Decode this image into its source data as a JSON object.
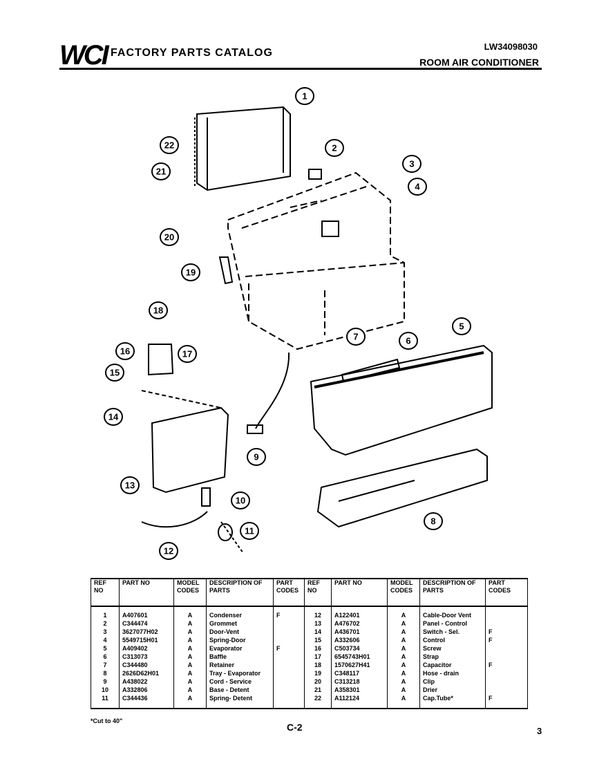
{
  "header": {
    "logo": "WCI",
    "catalog_title": "FACTORY PARTS CATALOG",
    "model_number": "LW34098030",
    "product": "ROOM AIR CONDITIONER"
  },
  "callouts": [
    "1",
    "2",
    "3",
    "4",
    "5",
    "6",
    "7",
    "8",
    "9",
    "10",
    "11",
    "12",
    "13",
    "14",
    "15",
    "16",
    "17",
    "18",
    "19",
    "20",
    "21",
    "22"
  ],
  "table": {
    "headers": {
      "ref_no": "REF NO",
      "part_no": "PART NO",
      "model_codes": "MODEL CODES",
      "description": "DESCRIPTION OF PARTS",
      "part_codes": "PART CODES"
    },
    "left_rows": [
      {
        "ref": "1",
        "part": "A407601",
        "model": "A",
        "desc": "Condenser",
        "code": "F"
      },
      {
        "ref": "2",
        "part": "C344474",
        "model": "A",
        "desc": "Grommet",
        "code": ""
      },
      {
        "ref": "3",
        "part": "3627077H02",
        "model": "A",
        "desc": "Door-Vent",
        "code": ""
      },
      {
        "ref": "4",
        "part": "5549715H01",
        "model": "A",
        "desc": "Spring-Door",
        "code": ""
      },
      {
        "ref": "5",
        "part": "A409402",
        "model": "A",
        "desc": "Evaporator",
        "code": "F"
      },
      {
        "ref": "6",
        "part": "C313073",
        "model": "A",
        "desc": "Baffle",
        "code": ""
      },
      {
        "ref": "7",
        "part": "C344480",
        "model": "A",
        "desc": "Retainer",
        "code": ""
      },
      {
        "ref": "8",
        "part": "2626D62H01",
        "model": "A",
        "desc": "Tray - Evaporator",
        "code": ""
      },
      {
        "ref": "9",
        "part": "A438022",
        "model": "A",
        "desc": "Cord - Service",
        "code": ""
      },
      {
        "ref": "10",
        "part": "A332806",
        "model": "A",
        "desc": "Base - Detent",
        "code": ""
      },
      {
        "ref": "11",
        "part": "C344436",
        "model": "A",
        "desc": "Spring- Detent",
        "code": ""
      }
    ],
    "right_rows": [
      {
        "ref": "12",
        "part": "A122401",
        "model": "A",
        "desc": "Cable-Door Vent",
        "code": ""
      },
      {
        "ref": "13",
        "part": "A476702",
        "model": "A",
        "desc": "Panel - Control",
        "code": ""
      },
      {
        "ref": "14",
        "part": "A436701",
        "model": "A",
        "desc": "Switch - Sel.",
        "code": "F"
      },
      {
        "ref": "15",
        "part": "A332606",
        "model": "A",
        "desc": "Control",
        "code": "F"
      },
      {
        "ref": "16",
        "part": "C503734",
        "model": "A",
        "desc": "Screw",
        "code": ""
      },
      {
        "ref": "17",
        "part": "6545743H01",
        "model": "A",
        "desc": "Strap",
        "code": ""
      },
      {
        "ref": "18",
        "part": "1570627H41",
        "model": "A",
        "desc": "Capacitor",
        "code": "F"
      },
      {
        "ref": "19",
        "part": "C348117",
        "model": "A",
        "desc": "Hose - drain",
        "code": ""
      },
      {
        "ref": "20",
        "part": "C313218",
        "model": "A",
        "desc": "Clip",
        "code": ""
      },
      {
        "ref": "21",
        "part": "A358301",
        "model": "A",
        "desc": "Drier",
        "code": ""
      },
      {
        "ref": "22",
        "part": "A112124",
        "model": "A",
        "desc": "Cap.Tube*",
        "code": "F"
      }
    ]
  },
  "footnote": "*Cut to 40\"",
  "page_code": "C-2",
  "page_number": "3"
}
